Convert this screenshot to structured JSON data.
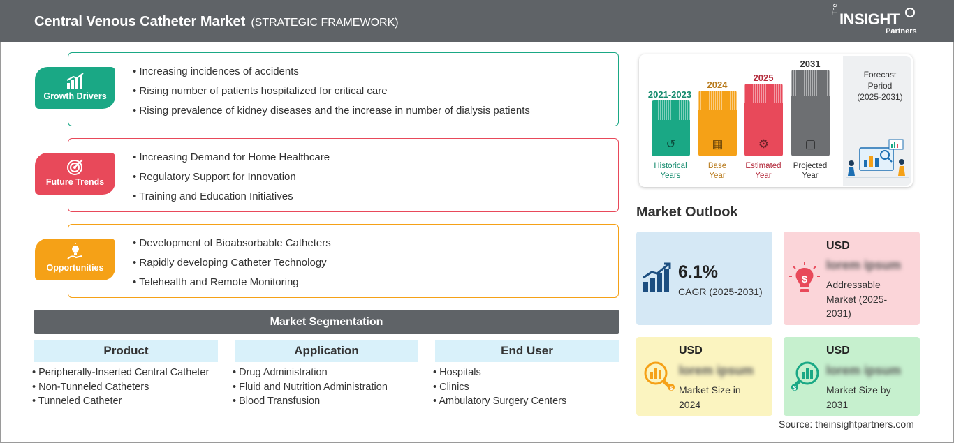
{
  "header": {
    "title": "Central Venous Catheter Market",
    "subtitle": "(STRATEGIC FRAMEWORK)",
    "logo_the": "The",
    "logo_insight": "INSIGHT",
    "logo_partners": "Partners"
  },
  "drivers": {
    "label": "Growth Drivers",
    "color": "#1aa885",
    "items": [
      "Increasing incidences of accidents",
      "Rising number of patients hospitalized for critical care",
      "Rising prevalence of kidney diseases and the increase in number of dialysis patients"
    ]
  },
  "trends": {
    "label": "Future Trends",
    "color": "#e8495a",
    "items": [
      "Increasing Demand for Home Healthcare",
      "Regulatory Support for Innovation",
      "Training and Education Initiatives"
    ]
  },
  "opportunities": {
    "label": "Opportunities",
    "color": "#f5a117",
    "items": [
      "Development of Bioabsorbable Catheters",
      "Rapidly developing Catheter Technology",
      "Telehealth and Remote Monitoring"
    ]
  },
  "segmentation": {
    "title": "Market Segmentation",
    "columns": [
      {
        "header": "Product",
        "items": [
          "Peripherally-Inserted Central Catheter",
          "Non-Tunneled Catheters",
          "Tunneled Catheter"
        ]
      },
      {
        "header": "Application",
        "items": [
          "Drug Administration",
          "Fluid and Nutrition Administration",
          "Blood Transfusion"
        ]
      },
      {
        "header": "End User",
        "items": [
          "Hospitals",
          "Clinics",
          "Ambulatory Surgery Centers"
        ]
      }
    ]
  },
  "timeline": {
    "periods": [
      {
        "year": "2021-2023",
        "label1": "Historical",
        "label2": "Years",
        "color": "#1aa885",
        "year_color": "#138a6d",
        "icon": "history-icon"
      },
      {
        "year": "2024",
        "label1": "Base",
        "label2": "Year",
        "color": "#f5a117",
        "year_color": "#b7791a",
        "icon": "calendar-icon"
      },
      {
        "year": "2025",
        "label1": "Estimated",
        "label2": "Year",
        "color": "#e8495a",
        "year_color": "#b3293a",
        "icon": "estimate-icon"
      },
      {
        "year": "2031",
        "label1": "Projected",
        "label2": "Year",
        "color": "#6d6f72",
        "year_color": "#333333",
        "icon": "projection-icon"
      }
    ],
    "forecast_line1": "Forecast",
    "forecast_line2": "Period",
    "forecast_line3": "(2025-2031)"
  },
  "outlook": {
    "title": "Market Outlook",
    "cagr": {
      "value": "6.1%",
      "label": "CAGR (2025-2031)",
      "color": "#d5e8f5"
    },
    "addressable": {
      "usd": "USD",
      "value": "lorem ipsum",
      "label": [
        "Addressable",
        "Market (2025-",
        "2031)"
      ],
      "color": "#fbd5d9"
    },
    "size2024": {
      "usd": "USD",
      "value": "lorem ipsum",
      "label": [
        "Market Size in",
        "2024"
      ],
      "color": "#fbf4c0"
    },
    "size2031": {
      "usd": "USD",
      "value": "lorem ipsum",
      "label": [
        "Market Size by",
        "2031"
      ],
      "color": "#c6f0ce"
    }
  },
  "source": "Source: theinsightpartners.com"
}
